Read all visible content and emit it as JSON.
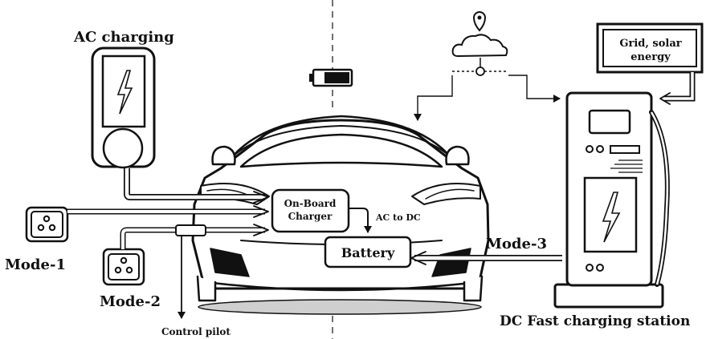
{
  "labels": {
    "ac_charging": "AC charging",
    "grid_line1": "Grid, solar",
    "grid_line2": "energy",
    "onboard_line1": "On-Board",
    "onboard_line2": "Charger",
    "ac_to_dc": "AC to DC",
    "battery": "Battery",
    "mode1": "Mode-1",
    "mode2": "Mode-2",
    "mode3": "Mode-3",
    "control_pilot": "Control pilot",
    "dc_station": "DC Fast charging station"
  },
  "icons": [
    "battery-icon",
    "location-pin-icon",
    "cloud-icon",
    "lightning-icon",
    "socket-icon"
  ],
  "colors": {
    "ink": "#111111",
    "ground_shadow": "#cfcfcf",
    "battery_fill": "#111111"
  }
}
